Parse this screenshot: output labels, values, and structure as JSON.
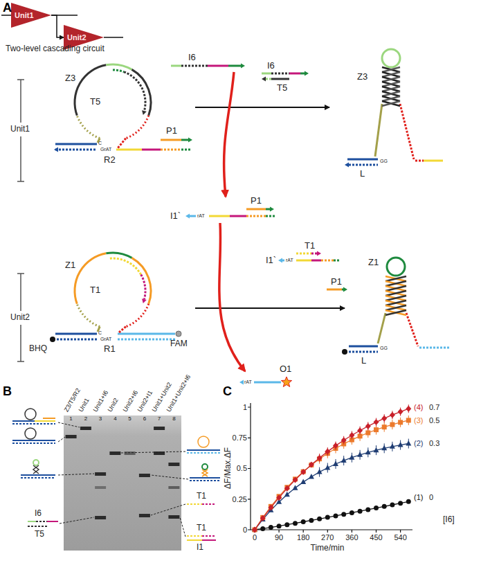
{
  "diagram": {
    "nodes": [
      {
        "text": [
          "Unit1"
        ]
      },
      {
        "text": [
          "Unit2"
        ]
      }
    ],
    "edges": [
      {
        "from": 0,
        "to": 1,
        "arrow": "to"
      }
    ],
    "labels": [
      "A",
      "Two-level cascading circuit",
      "Unit1",
      "Unit2",
      "I6",
      "Z3",
      "T5",
      "P1",
      "R2",
      "C",
      "GrAT",
      "I6",
      "T5",
      "Z3",
      "GG",
      "L",
      "P1",
      "I1`",
      "rAT",
      "Z1",
      "T1",
      "C",
      "GrAT",
      "BHQ",
      "R1",
      "FAM",
      "T1",
      "I1`",
      "rAT",
      "P1",
      "Z1",
      "GG",
      "L",
      "O1",
      "rAT",
      "B",
      "Z3/T5/R2",
      "Unit1",
      "Unit1+I6",
      "Unit2",
      "Unit2+I6",
      "Unit2+I1",
      "Unit1+Unit2",
      "Unit1+Unit2+I6",
      "1",
      "2",
      "3",
      "4",
      "5",
      "6",
      "7",
      "8",
      "I6",
      "T5",
      "T1",
      "T1",
      "I1",
      "C",
      "ΔF/Max.ΔF",
      "1",
      "0.75",
      "0.5",
      "0.25",
      "0",
      "0",
      "90",
      "180",
      "270",
      "360",
      "450",
      "540",
      "Time/min",
      "(4)",
      "0.7",
      "(3)",
      "0.5",
      "(2)",
      "0.3",
      "(1)",
      "0",
      "[I6]"
    ]
  }
}
